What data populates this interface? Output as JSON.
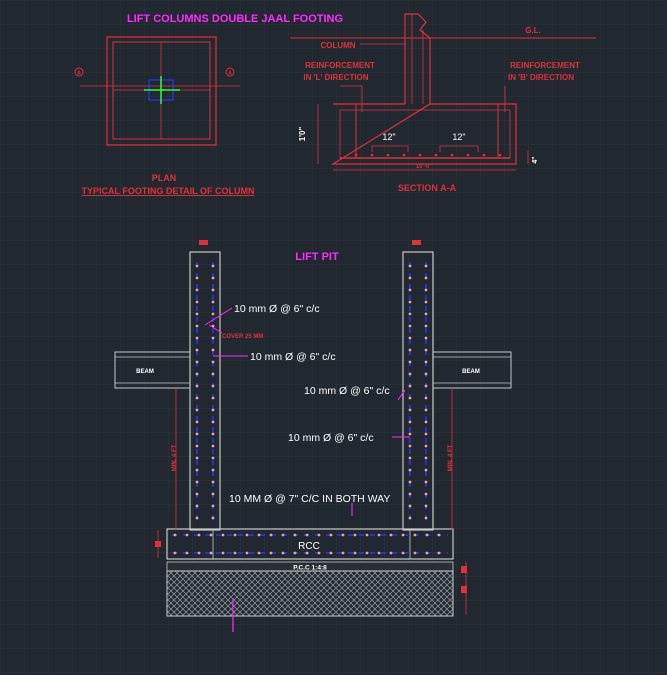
{
  "title": "LIFT COLUMNS DOUBLE JAAL FOOTING",
  "plan": {
    "label": "PLAN",
    "caption": "TYPICAL FOOTING DETAIL OF COLUMN",
    "marker_left": "A",
    "marker_right": "A"
  },
  "section": {
    "gl_label": "G.L.",
    "column_label": "COLUMN",
    "reinf_l": "REINFORCEMENT\nIN 'L' DIRECTION",
    "reinf_b": "REINFORCEMENT\nIN 'B' DIRECTION",
    "spacing_left": "12\"",
    "spacing_right": "12\"",
    "depth_label": "1'0\"",
    "cover_label": "4\"",
    "width_label": "10'-0\"",
    "caption": "SECTION A-A"
  },
  "pit": {
    "title": "LIFT PIT",
    "note_wall_1": "10 mm Ø @ 6\" c/c",
    "note_cover": "COVER 25 MM",
    "note_wall_2": "10 mm Ø @ 6\" c/c",
    "note_wall_3": "10 mm Ø @ 6\" c/c",
    "note_wall_4": "10 mm Ø @ 6\" c/c",
    "note_base": "10 MM Ø @ 7\" C/C IN BOTH WAY",
    "beam_left": "BEAM",
    "beam_right": "BEAM",
    "min_left": "MIN. 4 FT",
    "min_right": "MIN. 4 FT",
    "rcc_label": "RCC",
    "pcc_label": "P.C.C 1:4:8"
  },
  "colors": {
    "background": "#212830",
    "grid": "#2b333c",
    "magenta": "#ff2bff",
    "red": "#e0303a",
    "blue": "#2a33ff",
    "green": "#30ff30",
    "white": "#ffffff"
  }
}
